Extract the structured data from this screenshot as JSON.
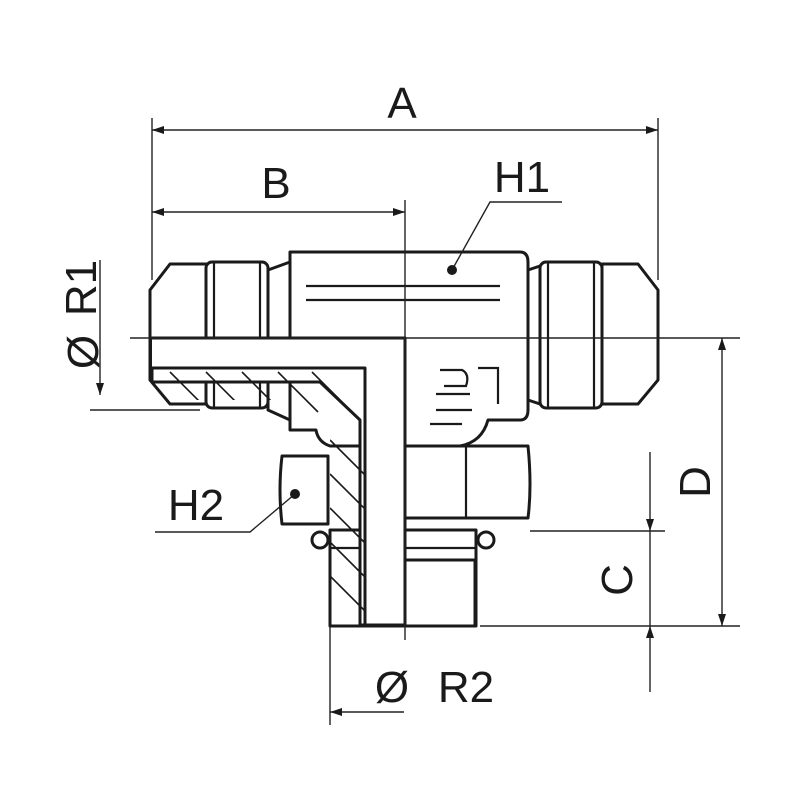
{
  "labels": {
    "A": "A",
    "B": "B",
    "C": "C",
    "D": "D",
    "H1": "H1",
    "H2": "H2",
    "R1": "R1",
    "R2": "R2",
    "diameter_symbol": "Ø"
  }
}
